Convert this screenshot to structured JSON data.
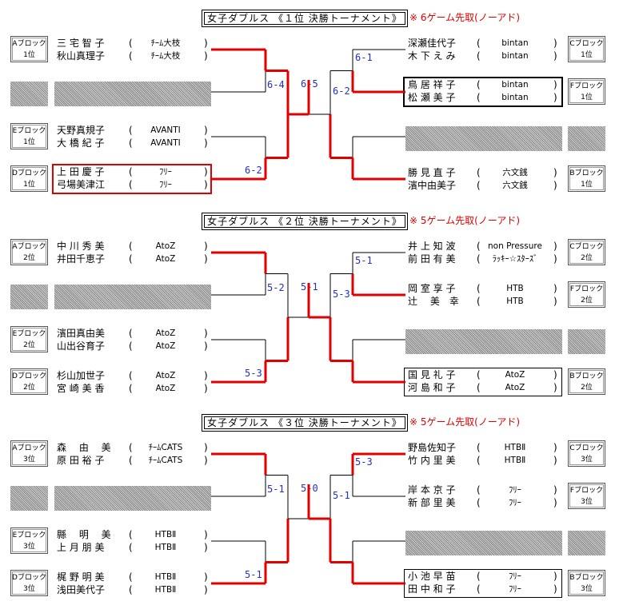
{
  "sections": [
    {
      "title": "女子ダブルス 《１位 決勝トーナメント》",
      "rule": "※ 6ゲーム先取(ノーアド)",
      "left": [
        {
          "block": [
            "Aブロック",
            "1位"
          ],
          "p1": "三 宅 智 子",
          "c1": "ﾁｰﾑ大枝",
          "p2": "秋山真理子",
          "c2": "ﾁｰﾑ大枝"
        },
        {
          "block": null
        },
        {
          "block": [
            "Eブロック",
            "1位"
          ],
          "p1": "天野真規子",
          "c1": "AVANTI",
          "p2": "大 橋 紀 子",
          "c2": "AVANTI"
        },
        {
          "block": [
            "Dブロック",
            "1位"
          ],
          "p1": "上 田 慶 子",
          "c1": "ﾌﾘｰ",
          "p2": "弓場美津江",
          "c2": "ﾌﾘｰ"
        }
      ],
      "right": [
        {
          "block": [
            "Cブロック",
            "1位"
          ],
          "p1": "深瀬佳代子",
          "c1": "bintan",
          "p2": "木 下 え み",
          "c2": "bintan"
        },
        {
          "block": [
            "Fブロック",
            "1位"
          ],
          "p1": "鳥 居 祥 子",
          "c1": "bintan",
          "p2": "松 瀬 美 子",
          "c2": "bintan"
        },
        {
          "block": null
        },
        {
          "block": [
            "Bブロック",
            "1位"
          ],
          "p1": "勝 見 直 子",
          "c1": "六文銭",
          "p2": "濱中由美子",
          "c2": "六文銭"
        }
      ],
      "scores": {
        "lq": "6-4",
        "lb": "6-2",
        "fin": "6-5",
        "rt": "6-1",
        "rq": "6-2"
      }
    },
    {
      "title": "女子ダブルス 《２位 決勝トーナメント》",
      "rule": "※ 5ゲーム先取(ノーアド)",
      "left": [
        {
          "block": [
            "Aブロック",
            "2位"
          ],
          "p1": "中 川 秀 美",
          "c1": "AtoZ",
          "p2": "井田千恵子",
          "c2": "AtoZ"
        },
        {
          "block": null
        },
        {
          "block": [
            "Eブロック",
            "2位"
          ],
          "p1": "濱田真由美",
          "c1": "AtoZ",
          "p2": "山出谷育子",
          "c2": "AtoZ"
        },
        {
          "block": [
            "Dブロック",
            "2位"
          ],
          "p1": "杉山加世子",
          "c1": "AtoZ",
          "p2": "宮 崎 美 香",
          "c2": "AtoZ"
        }
      ],
      "right": [
        {
          "block": [
            "Cブロック",
            "2位"
          ],
          "p1": "井 上 知 波",
          "c1": "non Pressure",
          "p2": "前 田 有 美",
          "c2": "ﾗｯｷｰ☆ｽﾀｰｽﾞ"
        },
        {
          "block": [
            "Fブロック",
            "2位"
          ],
          "p1": "岡 室 享 子",
          "c1": "HTB",
          "p2": "辻　 美　幸",
          "c2": "HTB"
        },
        {
          "block": null
        },
        {
          "block": [
            "Bブロック",
            "2位"
          ],
          "p1": "国 見 礼 子",
          "c1": "AtoZ",
          "p2": "河 島 和 子",
          "c2": "AtoZ"
        }
      ],
      "scores": {
        "lq": "5-2",
        "lb": "5-3",
        "fin": "5-1",
        "rt": "5-1",
        "rq": "5-3"
      }
    },
    {
      "title": "女子ダブルス 《３位 決勝トーナメント》",
      "rule": "※ 5ゲーム先取(ノーアド)",
      "left": [
        {
          "block": [
            "Aブロック",
            "3位"
          ],
          "p1": "森　 由　 美",
          "c1": "ﾁｰﾑCATS",
          "p2": "原 田 裕 子",
          "c2": "ﾁｰﾑCATS"
        },
        {
          "block": null
        },
        {
          "block": [
            "Eブロック",
            "3位"
          ],
          "p1": "縣　 明　 美",
          "c1": "HTBⅡ",
          "p2": "上 月 朋 美",
          "c2": "HTBⅡ"
        },
        {
          "block": [
            "Dブロック",
            "3位"
          ],
          "p1": "梶 野 明 美",
          "c1": "HTBⅡ",
          "p2": "浅田美代子",
          "c2": "HTBⅡ"
        }
      ],
      "right": [
        {
          "block": [
            "Cブロック",
            "3位"
          ],
          "p1": "野島佐知子",
          "c1": "HTBⅡ",
          "p2": "竹 内 里 美",
          "c2": "HTBⅡ"
        },
        {
          "block": [
            "Fブロック",
            "3位"
          ],
          "p1": "岸 本 京 子",
          "c1": "ﾌﾘｰ",
          "p2": "新 部 里 美",
          "c2": "ﾌﾘｰ"
        },
        {
          "block": null
        },
        {
          "block": [
            "Bブロック",
            "3位"
          ],
          "p1": "小 池 早 苗",
          "c1": "ﾌﾘｰ",
          "p2": "田 中 和 子",
          "c2": "ﾌﾘｰ"
        }
      ],
      "scores": {
        "lq": "5-1",
        "lb": "5-1",
        "fin": "5-0",
        "rt": "5-3",
        "rq": "5-1"
      }
    }
  ],
  "colors": {
    "winner": "#e00000",
    "line": "#000000",
    "score": "#1f2fd0"
  }
}
